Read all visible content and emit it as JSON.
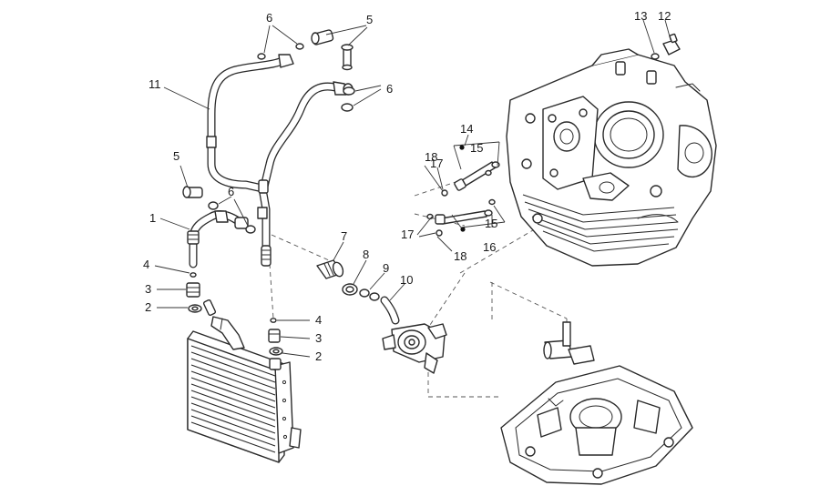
{
  "callouts": {
    "c1": "1",
    "c2a": "2",
    "c2b": "2",
    "c3a": "3",
    "c3b": "3",
    "c4a": "4",
    "c4b": "4",
    "c5a": "5",
    "c5b": "5",
    "c6a": "6",
    "c6b": "6",
    "c6c": "6",
    "c7": "7",
    "c8": "8",
    "c9": "9",
    "c10": "10",
    "c11": "11",
    "c12": "12",
    "c13": "13",
    "c14": "14",
    "c15a": "15",
    "c15b": "15",
    "c16": "16",
    "c17a": "17",
    "c17b": "17",
    "c18a": "18",
    "c18b": "18"
  }
}
